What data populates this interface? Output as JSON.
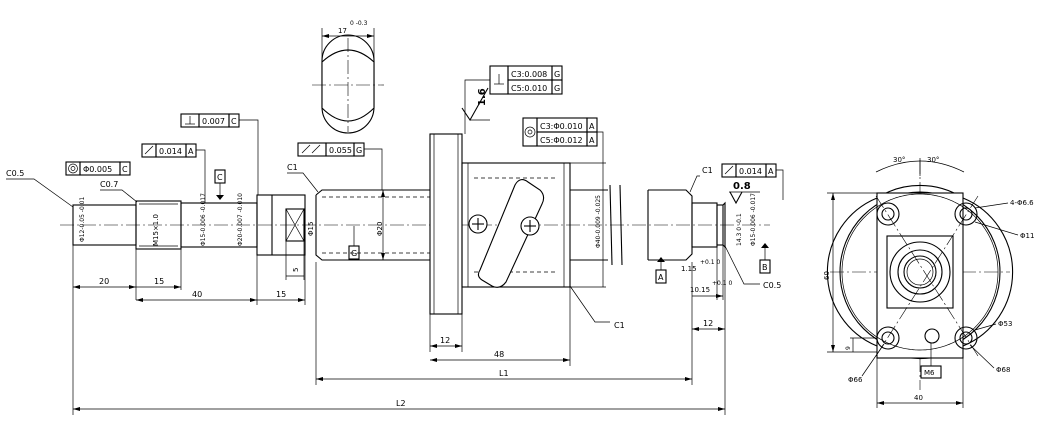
{
  "dimensions": {
    "d20": "20",
    "d15a": "15",
    "d40": "40",
    "d15b": "15",
    "d12a": "12",
    "d48": "48",
    "l1": "L1",
    "l2": "L2",
    "d12b": "12",
    "d5": "5",
    "flat17": "17",
    "flat17tol": "0 -0.3",
    "d1_15": "1.15",
    "d1_15tol": "+0.1 0",
    "d10_15": "10.15",
    "d10_15tol": "+0.1 0",
    "phi15": "Φ15",
    "phi20": "Φ20"
  },
  "shaft_labels": {
    "phi12": "Φ12-0.05 -0.01",
    "m15": "M15×1.0",
    "phi15a": "Φ15-0.006 -0.017",
    "phi20b": "Φ20-0.007 -0.010",
    "phi40": "Φ40-0.009 -0.025",
    "d14_3": "14.3 0 -0.1",
    "phi15b": "Φ15-0.006 -0.017"
  },
  "chamfers": {
    "c05a": "C0.5",
    "c07": "C0.7",
    "c1a": "C1",
    "c1b": "C1",
    "c1c": "C1",
    "c05b": "C0.5"
  },
  "gdt": {
    "concentric": {
      "value": "Φ0.005",
      "datum": "C"
    },
    "runout1": {
      "value": "0.014",
      "datum": "A"
    },
    "perp1": {
      "value": "0.007",
      "datum": "C"
    },
    "runout2": {
      "value": "0.055",
      "datum": "G"
    },
    "perp2": {
      "row1": "C3:0.008",
      "row2": "C5:0.010",
      "datum": "G"
    },
    "conc2": {
      "row1": "C3:Φ0.010",
      "row2": "C5:Φ0.012",
      "datum": "A"
    },
    "runout3": {
      "value": "0.014",
      "datum": "A"
    }
  },
  "datums": {
    "c": "C",
    "g": "G",
    "a": "A",
    "b": "B"
  },
  "roughness": {
    "r16": "1.6",
    "r08": "0.8"
  },
  "side_view": {
    "ang1": "30°",
    "ang2": "30°",
    "holes": "4-Φ6.6",
    "cbore": "Φ11",
    "pcd": "Φ53",
    "od": "Φ68",
    "h60": "60",
    "w40": "40",
    "h9": "9",
    "m6": "M6",
    "phi66": "Φ66"
  }
}
